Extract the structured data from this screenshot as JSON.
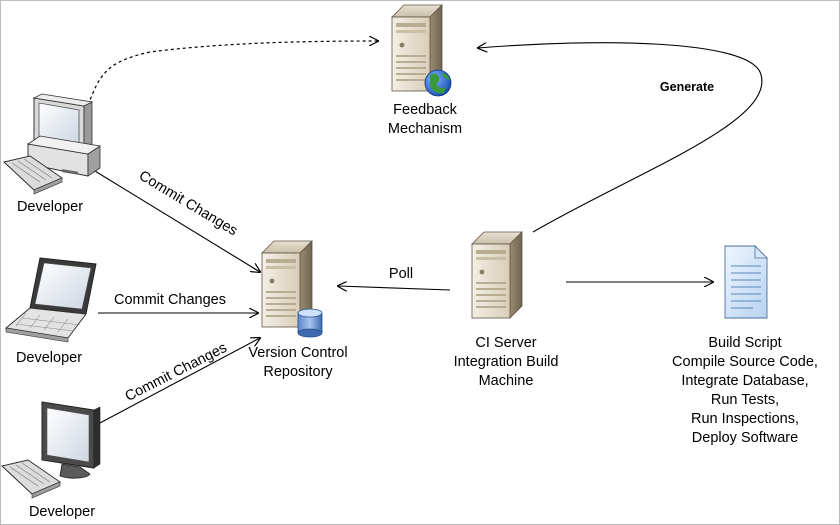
{
  "nodes": {
    "developer_1": {
      "label": "Developer"
    },
    "developer_2": {
      "label": "Developer"
    },
    "developer_3": {
      "label": "Developer"
    },
    "feedback": {
      "lines": [
        "Feedback",
        "Mechanism"
      ]
    },
    "repository": {
      "lines": [
        "Version Control",
        "Repository"
      ]
    },
    "ci_server": {
      "lines": [
        "CI Server",
        "Integration Build",
        "Machine"
      ]
    },
    "build_script": {
      "lines": [
        "Build Script",
        "Compile Source Code,",
        "Integrate Database,",
        "Run Tests,",
        "Run Inspections,",
        "Deploy Software"
      ]
    }
  },
  "edges": {
    "commit_1": "Commit Changes",
    "commit_2": "Commit Changes",
    "commit_3": "Commit Changes",
    "poll": "Poll",
    "generate": "Generate"
  }
}
